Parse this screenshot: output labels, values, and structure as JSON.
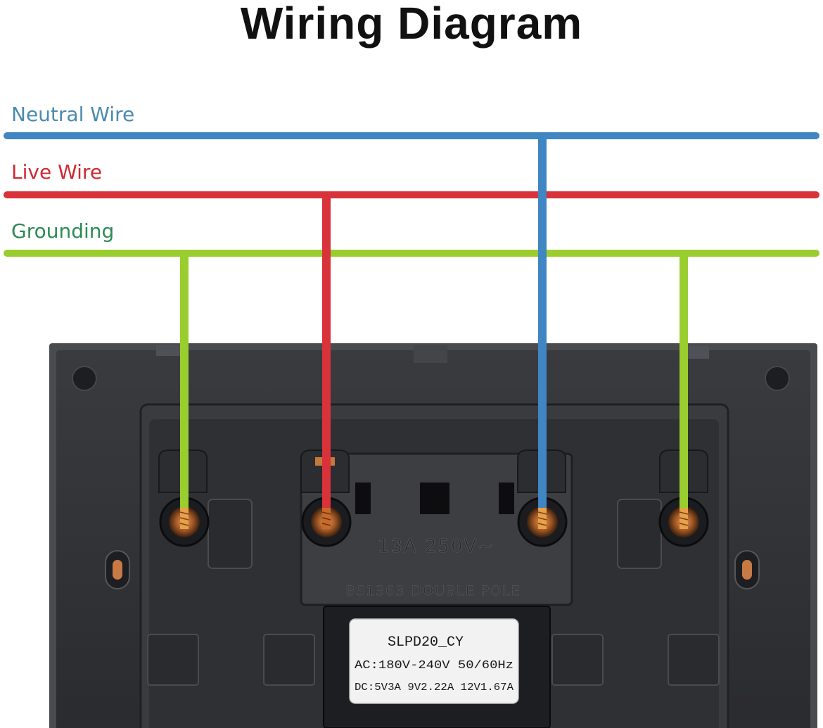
{
  "title": "Wiring Diagram",
  "wires": {
    "neutral": {
      "label": "Neutral Wire",
      "color": "#3f86c2"
    },
    "live": {
      "label": "Live Wire",
      "color": "#d8323a"
    },
    "ground": {
      "label": "Grounding",
      "color": "#9acd2e"
    }
  },
  "socket": {
    "rating": "13A 250V~",
    "standard": "BS1363 DOUBLE POLE",
    "sticker": {
      "model": "SLPD20_CY",
      "ac": "AC:180V-240V 50/60Hz",
      "dc": "DC:5V3A 9V2.22A 12V1.67A"
    }
  }
}
